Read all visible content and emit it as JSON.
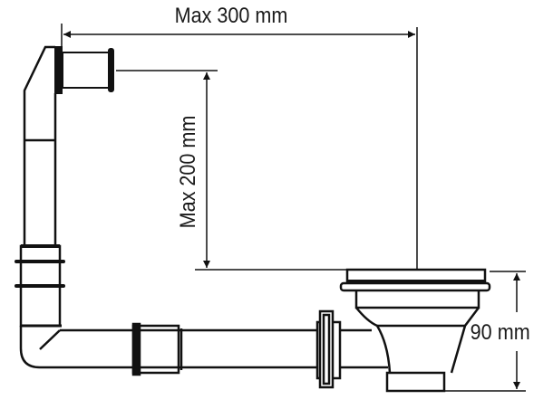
{
  "dimensions": {
    "max_width": "Max 300 mm",
    "max_height": "Max 200 mm",
    "depth": "90 mm"
  },
  "colors": {
    "line": "#111111",
    "background": "#ffffff"
  }
}
